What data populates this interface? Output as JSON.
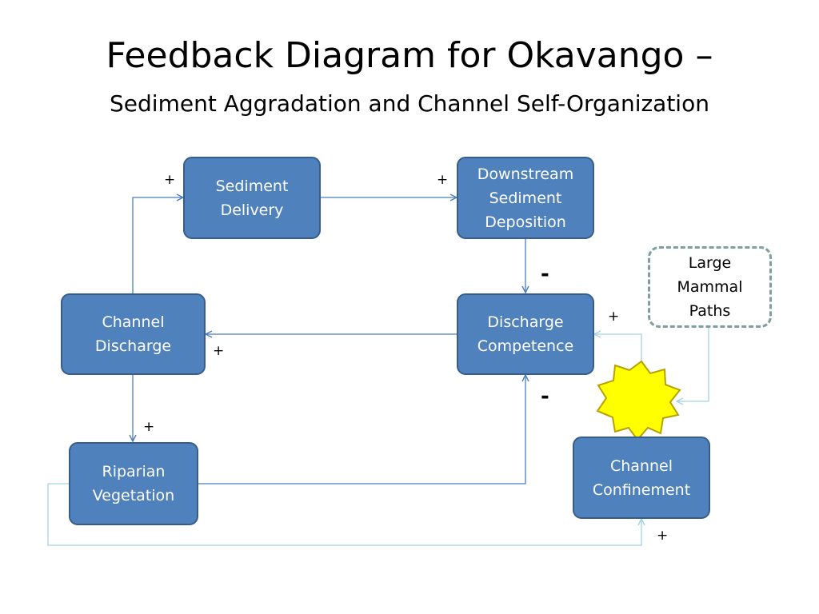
{
  "title": "Feedback Diagram for Okavango –",
  "subtitle": "Sediment Aggradation and Channel Self-Organization",
  "nodes": {
    "sediment_delivery": "Sediment\nDelivery",
    "downstream_deposition": "Downstream\nSediment\nDeposition",
    "channel_discharge": "Channel\nDischarge",
    "discharge_competence": "Discharge\nCompetence",
    "riparian_vegetation": "Riparian\nVegetation",
    "channel_confinement": "Channel\nConfinement",
    "large_mammal_paths": "Large\nMammal\nPaths"
  },
  "signs": {
    "discharge_to_delivery": "+",
    "delivery_to_deposition": "+",
    "deposition_to_competence": "-",
    "competence_to_discharge": "+",
    "discharge_to_vegetation": "+",
    "vegetation_to_competence": "-",
    "confinement_to_competence": "+",
    "vegetation_to_confinement": "+"
  },
  "colors": {
    "node_fill": "#4f81bd",
    "node_border": "#385d8a",
    "arrow_dark": "#4a7ebb",
    "arrow_light": "#a5d3e3",
    "star_fill": "#ffff00",
    "star_border": "#b8a000"
  }
}
